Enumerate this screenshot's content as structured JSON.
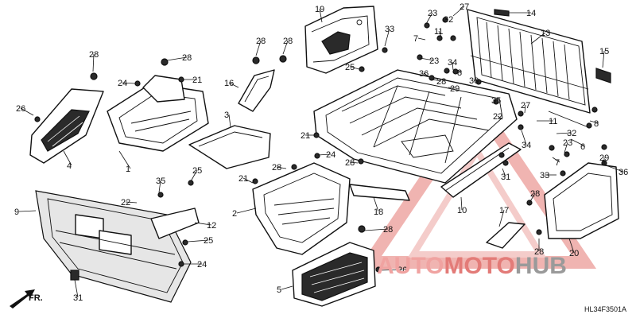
{
  "diagram_code": "HL34F3501A",
  "direction_label": "FR.",
  "watermark": {
    "part1": "AUTO",
    "part2": "MOTO",
    "part3": "HUB"
  },
  "callouts": [
    {
      "id": "c1",
      "text": "1"
    },
    {
      "id": "c2",
      "text": "2"
    },
    {
      "id": "c3",
      "text": "3"
    },
    {
      "id": "c4",
      "text": "4"
    },
    {
      "id": "c5",
      "text": "5"
    },
    {
      "id": "c6",
      "text": "6"
    },
    {
      "id": "c7a",
      "text": "7"
    },
    {
      "id": "c7b",
      "text": "7"
    },
    {
      "id": "c8a",
      "text": "8"
    },
    {
      "id": "c8b",
      "text": "8"
    },
    {
      "id": "c9",
      "text": "9"
    },
    {
      "id": "c10",
      "text": "10"
    },
    {
      "id": "c11a",
      "text": "11"
    },
    {
      "id": "c11b",
      "text": "11"
    },
    {
      "id": "c12",
      "text": "12"
    },
    {
      "id": "c13",
      "text": "13"
    },
    {
      "id": "c14",
      "text": "14"
    },
    {
      "id": "c15",
      "text": "15"
    },
    {
      "id": "c16",
      "text": "16"
    },
    {
      "id": "c17",
      "text": "17"
    },
    {
      "id": "c18",
      "text": "18"
    },
    {
      "id": "c19",
      "text": "19"
    },
    {
      "id": "c20",
      "text": "20"
    },
    {
      "id": "c21a",
      "text": "21"
    },
    {
      "id": "c21b",
      "text": "21"
    },
    {
      "id": "c21c",
      "text": "21"
    },
    {
      "id": "c22a",
      "text": "22"
    },
    {
      "id": "c22b",
      "text": "22"
    },
    {
      "id": "c23a",
      "text": "23"
    },
    {
      "id": "c23b",
      "text": "23"
    },
    {
      "id": "c23c",
      "text": "23"
    },
    {
      "id": "c24a",
      "text": "24"
    },
    {
      "id": "c24b",
      "text": "24"
    },
    {
      "id": "c24c",
      "text": "24"
    },
    {
      "id": "c25a",
      "text": "25"
    },
    {
      "id": "c25b",
      "text": "25"
    },
    {
      "id": "c25c",
      "text": "25"
    },
    {
      "id": "c26a",
      "text": "26"
    },
    {
      "id": "c26b",
      "text": "26"
    },
    {
      "id": "c27a",
      "text": "27"
    },
    {
      "id": "c27b",
      "text": "27"
    },
    {
      "id": "c28a",
      "text": "28"
    },
    {
      "id": "c28b",
      "text": "28"
    },
    {
      "id": "c28c",
      "text": "28"
    },
    {
      "id": "c28d",
      "text": "28"
    },
    {
      "id": "c28e",
      "text": "28"
    },
    {
      "id": "c28f",
      "text": "28"
    },
    {
      "id": "c28g",
      "text": "28"
    },
    {
      "id": "c28h",
      "text": "28"
    },
    {
      "id": "c28i",
      "text": "28"
    },
    {
      "id": "c28j",
      "text": "28"
    },
    {
      "id": "c29a",
      "text": "29"
    },
    {
      "id": "c29b",
      "text": "29"
    },
    {
      "id": "c30",
      "text": "30"
    },
    {
      "id": "c31a",
      "text": "31"
    },
    {
      "id": "c31b",
      "text": "31"
    },
    {
      "id": "c32a",
      "text": "32"
    },
    {
      "id": "c32b",
      "text": "32"
    },
    {
      "id": "c33a",
      "text": "33"
    },
    {
      "id": "c33b",
      "text": "33"
    },
    {
      "id": "c34a",
      "text": "34"
    },
    {
      "id": "c34b",
      "text": "34"
    },
    {
      "id": "c35a",
      "text": "35"
    },
    {
      "id": "c35b",
      "text": "35"
    },
    {
      "id": "c36a",
      "text": "36"
    },
    {
      "id": "c36b",
      "text": "36"
    }
  ]
}
